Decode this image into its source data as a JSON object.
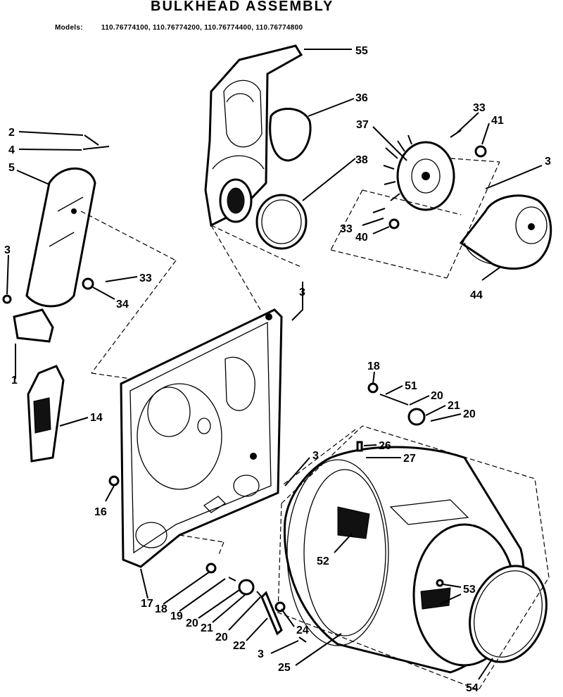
{
  "header": {
    "title": "BULKHEAD ASSEMBLY",
    "models_label": "Models:",
    "models": "110.76774100, 110.76774200, 110.76774400, 110.76774800"
  },
  "callouts": {
    "c55": "55",
    "c36": "36",
    "c38": "38",
    "c37": "37",
    "c33a": "33",
    "c41": "41",
    "c3a": "3",
    "c33b": "33",
    "c40": "40",
    "c44": "44",
    "c2": "2",
    "c4": "4",
    "c5": "5",
    "c3b": "3",
    "c33c": "33",
    "c34": "34",
    "c1": "1",
    "c14": "14",
    "c3c": "3",
    "c16": "16",
    "c18a": "18",
    "c51": "51",
    "c20a": "20",
    "c21a": "21",
    "c20b": "20",
    "c26": "26",
    "c27": "27",
    "c3d": "3",
    "c52": "52",
    "c53": "53",
    "c17": "17",
    "c18b": "18",
    "c19": "19",
    "c20c": "20",
    "c21b": "21",
    "c20d": "20",
    "c22": "22",
    "c24": "24",
    "c3e": "3",
    "c25": "25",
    "c54": "54"
  }
}
